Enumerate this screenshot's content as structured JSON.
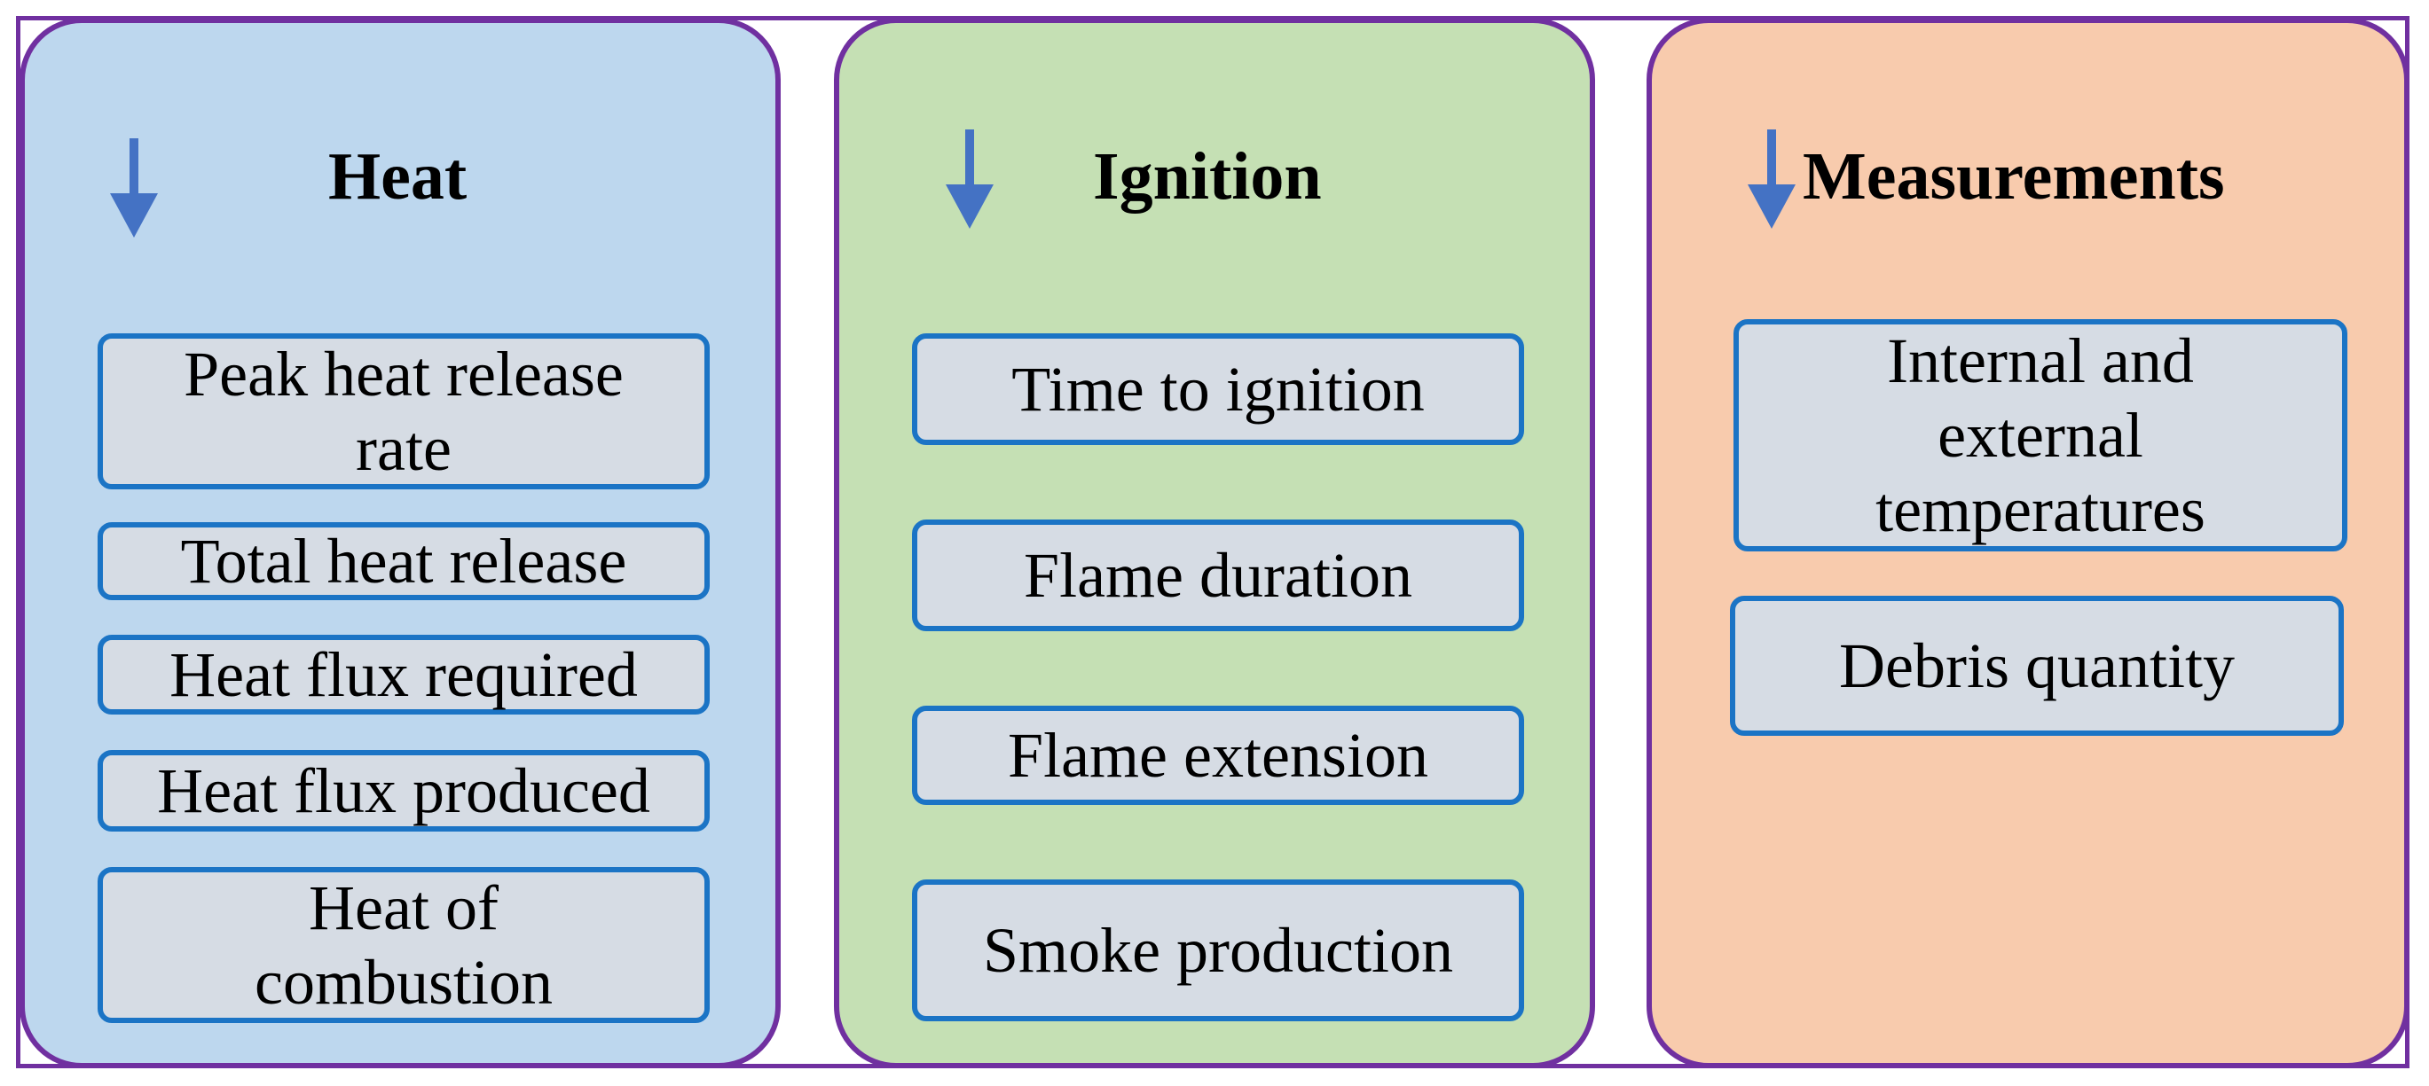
{
  "colors": {
    "border": "#7030a0",
    "item_border": "#1b74c5",
    "item_fill": "#d6dce4",
    "arrow": "#4472c4"
  },
  "icons": [
    "arrow-down-icon"
  ],
  "columns": [
    {
      "title": "Heat",
      "bg": "#bdd7ee",
      "items": [
        "Peak heat release rate",
        "Total heat release",
        "Heat flux required",
        "Heat flux produced",
        "Heat of combustion"
      ]
    },
    {
      "title": "Ignition",
      "bg": "#c5e0b4",
      "items": [
        "Time to ignition",
        "Flame duration",
        "Flame extension",
        "Smoke production"
      ]
    },
    {
      "title": "Measurements",
      "bg": "#f8cbad",
      "items": [
        "Internal and external temperatures",
        "Debris quantity"
      ]
    }
  ]
}
